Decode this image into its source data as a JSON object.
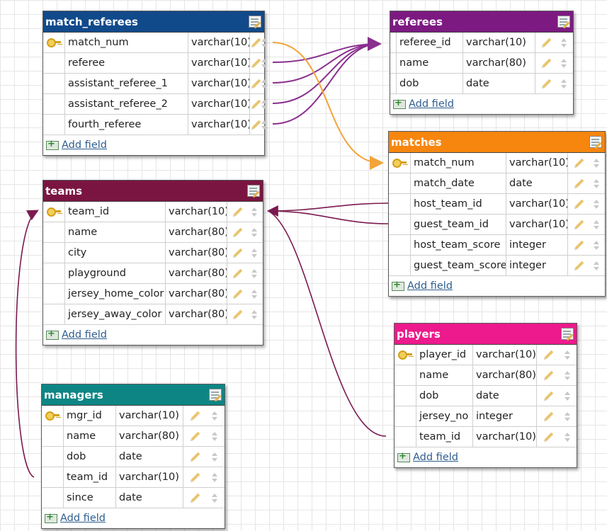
{
  "add_field_label": "Add field",
  "tables": {
    "match_referees": {
      "name": "match_referees",
      "fields": [
        {
          "name": "match_num",
          "type": "varchar(10)",
          "pk": true
        },
        {
          "name": "referee",
          "type": "varchar(10)"
        },
        {
          "name": "assistant_referee_1",
          "type": "varchar(10)"
        },
        {
          "name": "assistant_referee_2",
          "type": "varchar(10)"
        },
        {
          "name": "fourth_referee",
          "type": "varchar(10)"
        }
      ]
    },
    "referees": {
      "name": "referees",
      "fields": [
        {
          "name": "referee_id",
          "type": "varchar(10)"
        },
        {
          "name": "name",
          "type": "varchar(80)"
        },
        {
          "name": "dob",
          "type": "date"
        }
      ]
    },
    "matches": {
      "name": "matches",
      "fields": [
        {
          "name": "match_num",
          "type": "varchar(10)",
          "pk": true
        },
        {
          "name": "match_date",
          "type": "date"
        },
        {
          "name": "host_team_id",
          "type": "varchar(10)"
        },
        {
          "name": "guest_team_id",
          "type": "varchar(10)"
        },
        {
          "name": "host_team_score",
          "type": "integer"
        },
        {
          "name": "guest_team_score",
          "type": "integer"
        }
      ]
    },
    "teams": {
      "name": "teams",
      "fields": [
        {
          "name": "team_id",
          "type": "varchar(10)",
          "pk": true
        },
        {
          "name": "name",
          "type": "varchar(80)"
        },
        {
          "name": "city",
          "type": "varchar(80)"
        },
        {
          "name": "playground",
          "type": "varchar(80)"
        },
        {
          "name": "jersey_home_color",
          "type": "varchar(80)"
        },
        {
          "name": "jersey_away_color",
          "type": "varchar(80)"
        }
      ]
    },
    "players": {
      "name": "players",
      "fields": [
        {
          "name": "player_id",
          "type": "varchar(10)",
          "pk": true
        },
        {
          "name": "name",
          "type": "varchar(80)"
        },
        {
          "name": "dob",
          "type": "date"
        },
        {
          "name": "jersey_no",
          "type": "integer"
        },
        {
          "name": "team_id",
          "type": "varchar(10)"
        }
      ]
    },
    "managers": {
      "name": "managers",
      "fields": [
        {
          "name": "mgr_id",
          "type": "varchar(10)",
          "pk": true
        },
        {
          "name": "name",
          "type": "varchar(80)"
        },
        {
          "name": "dob",
          "type": "date"
        },
        {
          "name": "team_id",
          "type": "varchar(10)"
        },
        {
          "name": "since",
          "type": "date"
        }
      ]
    }
  },
  "colors": {
    "match_referees_header": "#114a8b",
    "referees_header": "#7c1a82",
    "matches_header": "#f7860f",
    "teams_header": "#7a1542",
    "players_header": "#ec1a8c",
    "managers_header": "#0e8585",
    "link_referee": "#8a2f8e",
    "link_match": "#f3a43a",
    "link_team": "#7a1a50"
  }
}
